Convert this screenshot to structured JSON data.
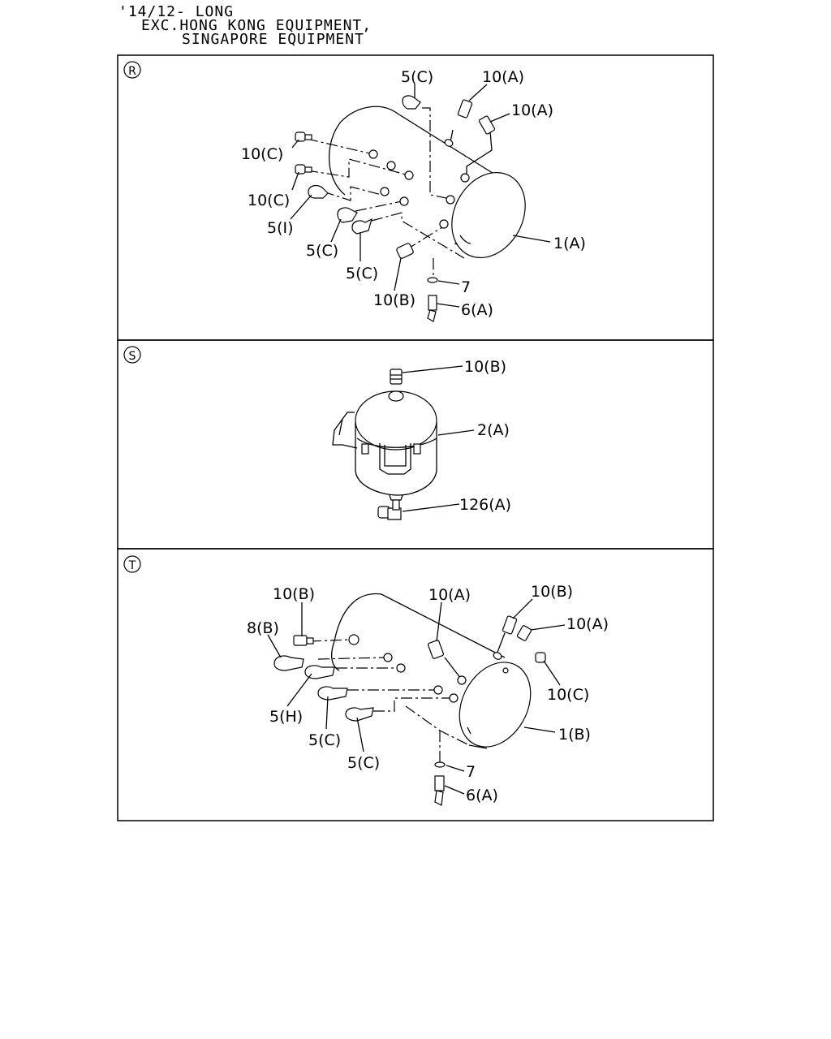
{
  "header": {
    "line1": "'14/12- LONG",
    "line2": "EXC.HONG KONG EQUIPMENT,",
    "line3": "SINGAPORE EQUIPMENT"
  },
  "panels": [
    {
      "marker": "R",
      "labels": [
        "5(C)",
        "10(A)",
        "10(A)",
        "10(C)",
        "10(C)",
        "5(I)",
        "5(C)",
        "5(C)",
        "1(A)",
        "10(B)",
        "7",
        "6(A)"
      ]
    },
    {
      "marker": "S",
      "labels": [
        "10(B)",
        "2(A)",
        "126(A)"
      ]
    },
    {
      "marker": "T",
      "labels": [
        "10(B)",
        "10(A)",
        "10(B)",
        "10(A)",
        "8(B)",
        "5(H)",
        "5(C)",
        "5(C)",
        "10(C)",
        "1(B)",
        "7",
        "6(A)"
      ]
    }
  ]
}
